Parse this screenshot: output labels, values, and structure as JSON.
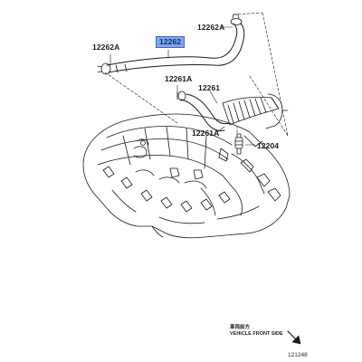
{
  "labels": {
    "hose_main": "12262",
    "clamp_left": "12262A",
    "clamp_top": "12262A",
    "clamp_mid": "12261A",
    "hose_second": "12261",
    "clamp_low": "12261A",
    "valve": "12204"
  },
  "orientation": {
    "native": "車両前方",
    "english": "VEHICLE FRONT SIDE"
  },
  "reference": "121248",
  "colors": {
    "line": "#1a1a1a",
    "highlight": "#7fa8f0",
    "highlight_border": "#3a66c4"
  }
}
